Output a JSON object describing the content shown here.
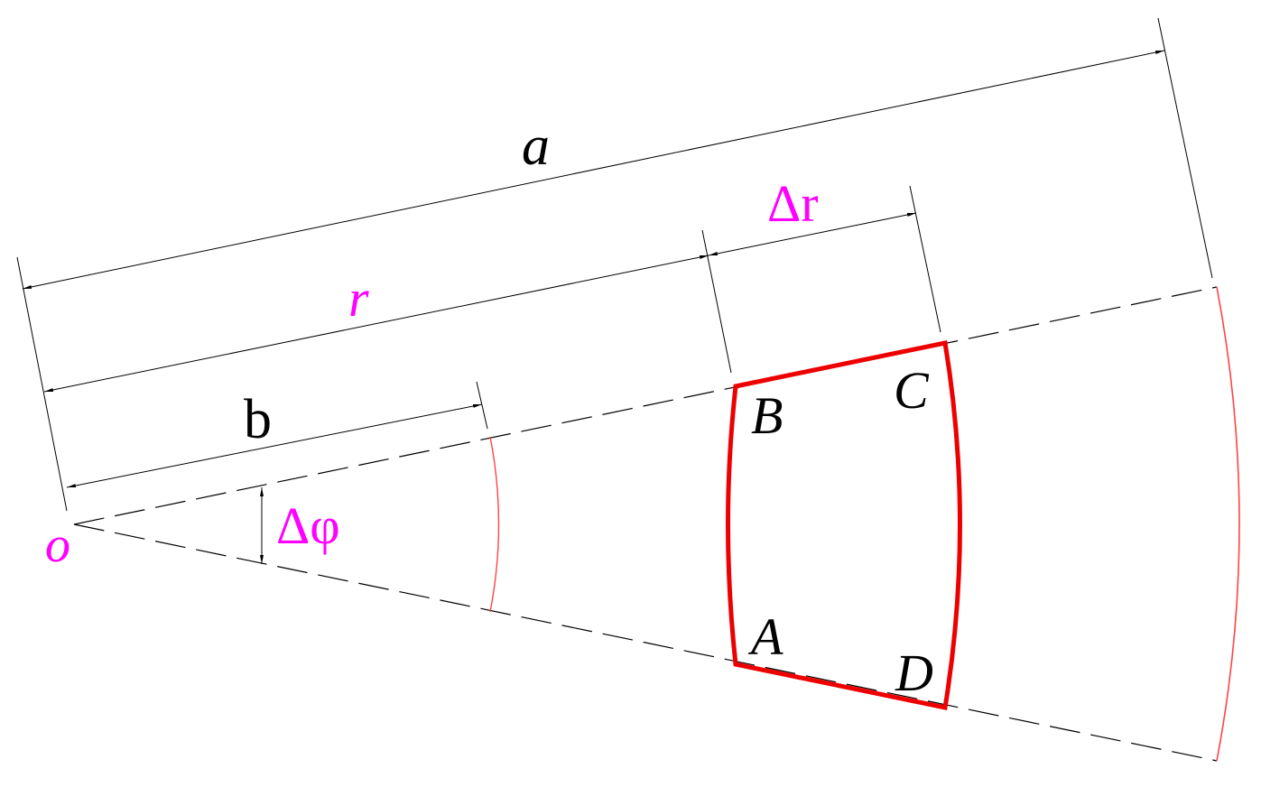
{
  "labels": {
    "origin": "o",
    "outer_radius": "a",
    "inner_radius": "b",
    "radius": "r",
    "delta_r": "Δr",
    "delta_phi": "Δφ",
    "corner_a": "A",
    "corner_b": "B",
    "corner_c": "C",
    "corner_d": "D"
  },
  "colors": {
    "line": "#000000",
    "element": "#ee0000",
    "arc": "#ff4444",
    "accent_label": "#ff00ff",
    "text": "#000000"
  }
}
